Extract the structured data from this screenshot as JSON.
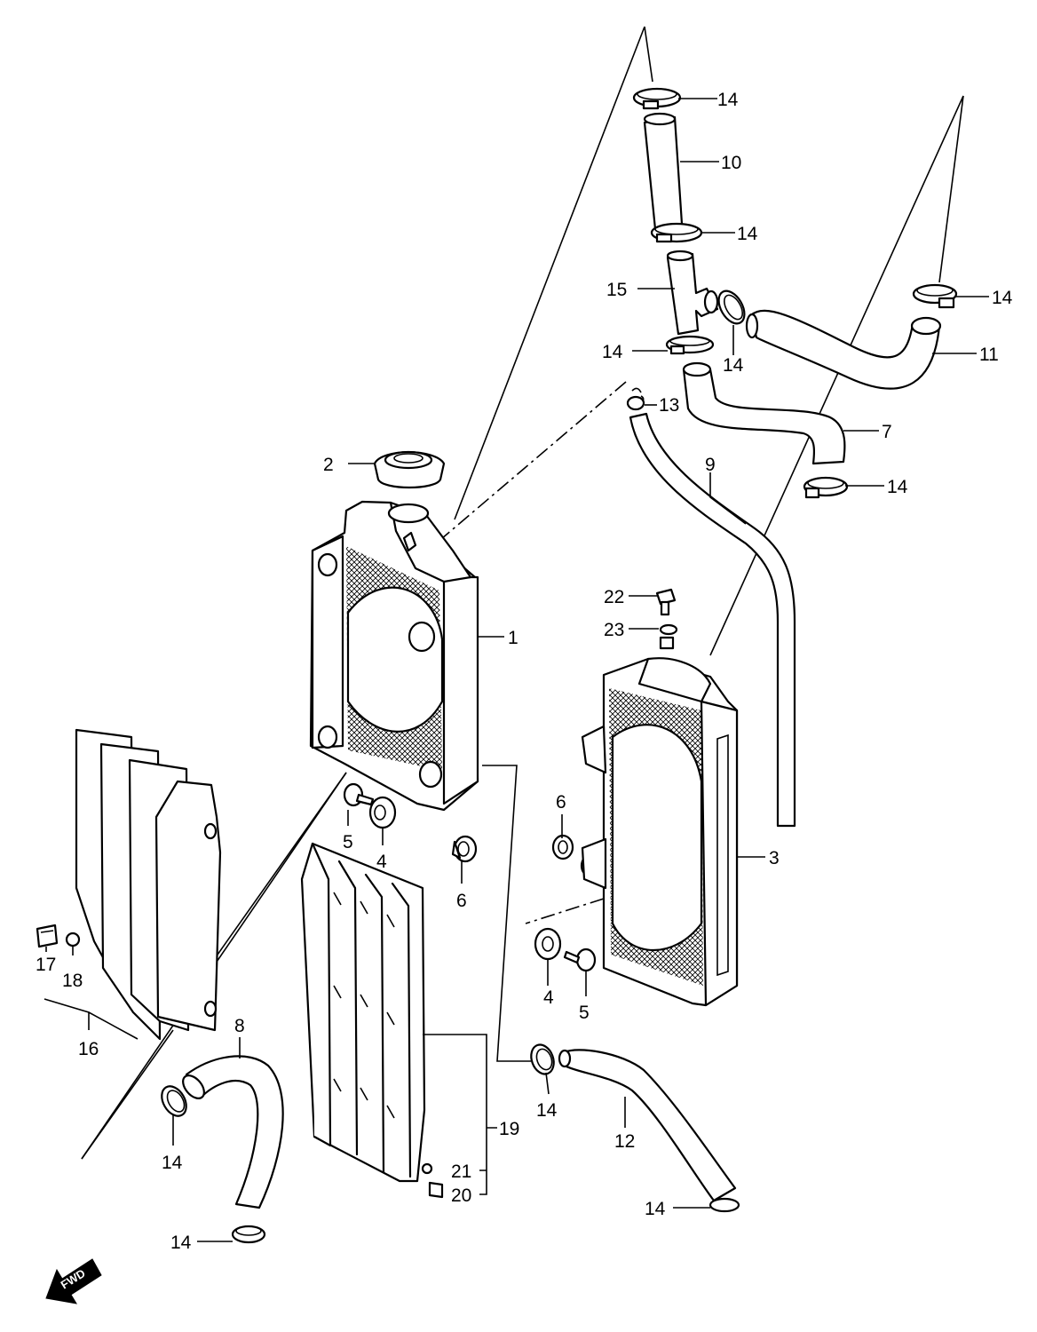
{
  "labels": {
    "p1": "1",
    "p2": "2",
    "p3": "3",
    "p4a": "4",
    "p4b": "4",
    "p5a": "5",
    "p5b": "5",
    "p6a": "6",
    "p6b": "6",
    "p7": "7",
    "p8": "8",
    "p9": "9",
    "p10": "10",
    "p11": "11",
    "p12": "12",
    "p13": "13",
    "p14_1": "14",
    "p14_2": "14",
    "p14_3": "14",
    "p14_4": "14",
    "p14_5": "14",
    "p14_6": "14",
    "p14_7": "14",
    "p14_8": "14",
    "p14_9": "14",
    "p14_10": "14",
    "p15": "15",
    "p16": "16",
    "p17": "17",
    "p18": "18",
    "p19": "19",
    "p20": "20",
    "p21": "21",
    "p22": "22",
    "p23": "23"
  },
  "direction_arrow": "FWD"
}
